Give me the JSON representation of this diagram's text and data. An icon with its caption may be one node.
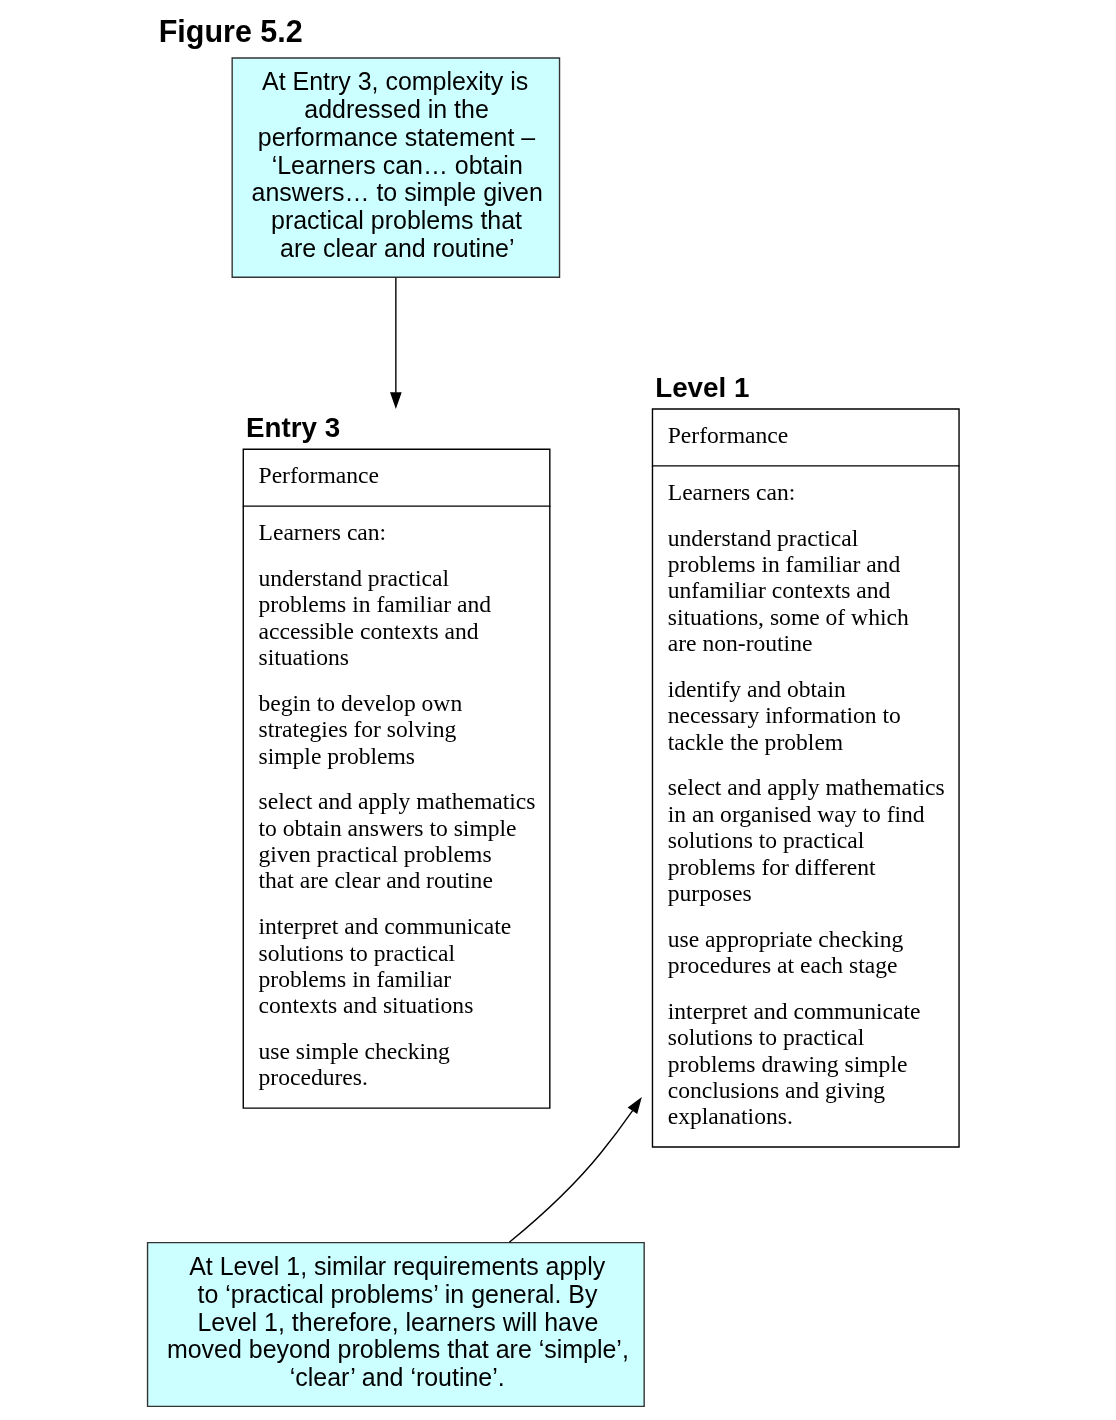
{
  "diagram": {
    "title": "Figure 5.2",
    "nodes": [
      {
        "text": [
          "At Entry 3, complexity is addressed in the performance statement – ‘Learners can… obtain answers… to simple given practical problems that are clear and routine’"
        ]
      },
      {
        "text": [
          "Entry 3",
          "Performance",
          "Learners can:",
          "understand practical problems in familiar and accessible contexts and situations",
          "begin to develop own strategies for solving simple problems",
          "select and apply mathematics to obtain answers to simple given practical problems that are clear and routine",
          "interpret and communicate solutions to practical problems in familiar contexts and situations",
          "use simple checking procedures."
        ]
      },
      {
        "text": [
          "Level 1",
          "Performance",
          "Learners can:",
          "understand practical problems in familiar and unfamiliar contexts and situations, some of which are non-routine",
          "identify and obtain necessary information to tackle the problem",
          "select and apply mathematics in an organised way to find solutions to practical problems for different purposes",
          "use appropriate checking procedures at each stage",
          "interpret and communicate solutions to practical problems drawing simple conclusions and giving explanations."
        ]
      },
      {
        "text": [
          "At Level 1, similar requirements apply to ‘practical problems’ in general. By Level 1, therefore, learners will have moved beyond problems that are ‘simple’, ‘clear’ and ‘routine’."
        ]
      }
    ],
    "edges": [
      {
        "from": 0,
        "to": 1,
        "arrow": "to"
      },
      {
        "from": 3,
        "to": 2,
        "arrow": "to"
      }
    ]
  }
}
